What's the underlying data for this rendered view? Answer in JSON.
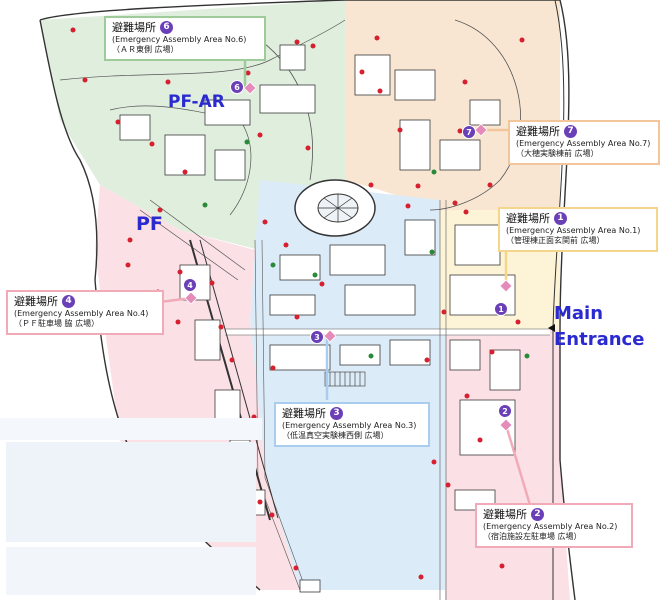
{
  "colors": {
    "zone_green": "#dfeedd",
    "zone_orange": "#f9e6d2",
    "zone_yellow": "#fdf3d6",
    "zone_blue": "#dcebf8",
    "zone_pink": "#fbe1e6",
    "building_stroke": "#3a3a3a",
    "road": "#ffffff",
    "marker_purple": "#6a3fb8",
    "marker_pink": "#e58bb9",
    "dot_red": "#d6202f",
    "dot_green": "#2a8a3a",
    "label_blue": "#2a2ad0",
    "callout_green": "#9ecb9a",
    "callout_orange": "#f3c59a",
    "callout_yellow": "#f3d58b",
    "callout_blue": "#a8cdee",
    "callout_pink": "#f1aab7"
  },
  "labels": {
    "pf_ar": "PF-AR",
    "pf": "PF",
    "main_entrance": "Main Entrance"
  },
  "areas": [
    {
      "num": "6",
      "title": "避難場所",
      "en": "(Emergency Assembly Area No.6)",
      "jp": "（ＡＲ東側 広場）"
    },
    {
      "num": "7",
      "title": "避難場所",
      "en": "(Emergency Assembly Area No.7)",
      "jp": "（大穂実験棟前 広場）"
    },
    {
      "num": "1",
      "title": "避難場所",
      "en": "(Emergency Assembly Area No.1)",
      "jp": "（管理棟正面玄関前 広場）"
    },
    {
      "num": "4",
      "title": "避難場所",
      "en": "(Emergency Assembly Area No.4)",
      "jp": "（ＰＦ駐車場 脇 広場）"
    },
    {
      "num": "3",
      "title": "避難場所",
      "en": "(Emergency Assembly Area No.3)",
      "jp": "（低温真空実験棟西側 広場）"
    },
    {
      "num": "2",
      "title": "避難場所",
      "en": "(Emergency Assembly Area No.2)",
      "jp": "（宿泊施設左駐車場 広場）"
    }
  ],
  "markers": [
    "6",
    "7",
    "1",
    "4",
    "3",
    "2"
  ]
}
